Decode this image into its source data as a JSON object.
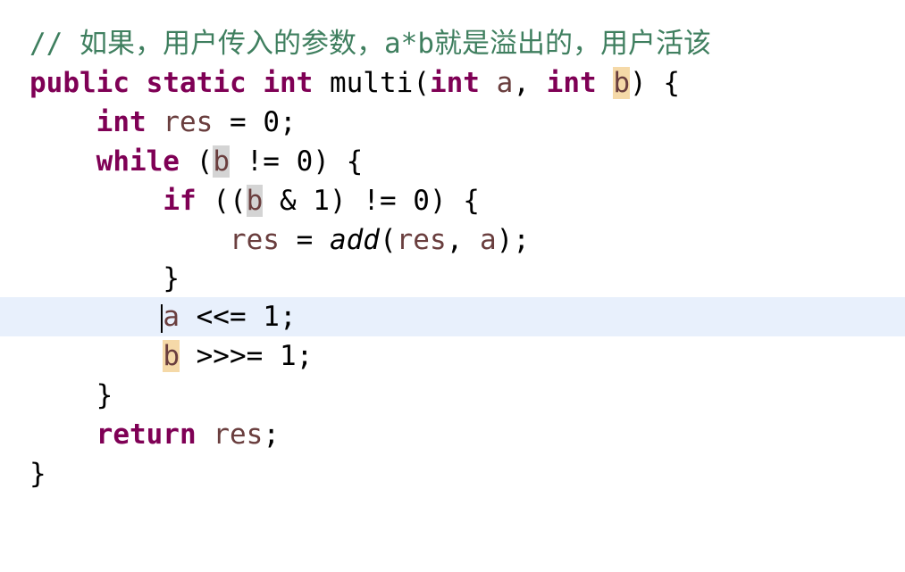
{
  "editor": {
    "language": "java",
    "current_line_index": 8,
    "colors": {
      "keyword": "#7f0055",
      "comment": "#3f7f5f",
      "local_variable": "#6a3e3e",
      "current_line_bg": "#e8f0fc",
      "occurrence_read_bg": "#d4d4d4",
      "occurrence_write_bg": "#f5d9a8"
    },
    "lines": [
      {
        "comment_slashes": "// ",
        "comment_text": "如果，用户传入的参数，",
        "comment_mid": "a*b",
        "comment_tail": "就是溢出的，用户活该"
      },
      {
        "kw1": "public",
        "kw2": "static",
        "kw3": "int",
        "name": "multi",
        "open": "(",
        "kw4": "int",
        "p1": "a",
        "sep": ", ",
        "kw5": "int",
        "p2": "b",
        "close": ") {"
      },
      {
        "kw": "int",
        "var": "res",
        "rest": " = 0;"
      },
      {
        "kw": "while",
        "pre": " (",
        "var": "b",
        "rest": " != 0) {"
      },
      {
        "kw": "if",
        "pre": " ((",
        "var": "b",
        "rest": " & 1) != 0) {"
      },
      {
        "var1": "res",
        "mid": " = ",
        "call": "add",
        "open": "(",
        "var2": "res",
        "sep": ", ",
        "var3": "a",
        "close": ");"
      },
      {
        "text": "}"
      },
      {
        "var": "a",
        "rest": " <<= 1;"
      },
      {
        "var": "b",
        "rest": " >>>= 1;"
      },
      {
        "text": "}"
      },
      {
        "kw": "return",
        "var": "res",
        "rest": ";"
      },
      {
        "text": "}"
      }
    ]
  }
}
